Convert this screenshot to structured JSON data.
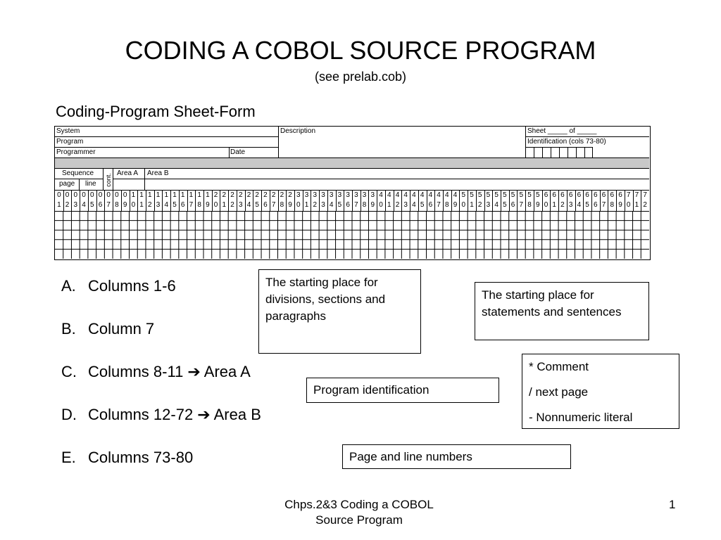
{
  "title": "CODING A COBOL SOURCE PROGRAM",
  "subtitle": "(see prelab.cob)",
  "form_heading": "Coding-Program Sheet-Form",
  "form": {
    "system": "System",
    "program": "Program",
    "programmer": "Programmer",
    "date": "Date",
    "description": "Description",
    "sheet": "Sheet _____ of _____",
    "identification": "Identification (cols 73-80)",
    "sequence": "Sequence",
    "page": "page",
    "line": "line",
    "cont": "cont.",
    "area_a": "Area A",
    "area_b": "Area B",
    "column_numbers": [
      "01",
      "02",
      "03",
      "04",
      "05",
      "06",
      "07",
      "08",
      "09",
      "10",
      "11",
      "12",
      "13",
      "14",
      "15",
      "16",
      "17",
      "18",
      "19",
      "20",
      "21",
      "22",
      "23",
      "24",
      "25",
      "26",
      "27",
      "28",
      "29",
      "30",
      "31",
      "32",
      "33",
      "34",
      "35",
      "36",
      "37",
      "38",
      "39",
      "40",
      "41",
      "42",
      "43",
      "44",
      "45",
      "46",
      "47",
      "48",
      "49",
      "50",
      "51",
      "52",
      "53",
      "54",
      "55",
      "56",
      "57",
      "58",
      "59",
      "60",
      "61",
      "62",
      "63",
      "64",
      "65",
      "66",
      "67",
      "68",
      "69",
      "70",
      "71",
      "72"
    ]
  },
  "list": [
    {
      "letter": "A.",
      "text": "Columns 1-6"
    },
    {
      "letter": "B.",
      "text": "Column 7"
    },
    {
      "letter": "C.",
      "text": "Columns 8-11 ➔ Area A"
    },
    {
      "letter": "D.",
      "text": "Columns 12-72 ➔ Area B"
    },
    {
      "letter": "E.",
      "text": "Columns 73-80"
    }
  ],
  "callouts": {
    "area_a": "The starting place for divisions, sections and paragraphs",
    "area_b": "The starting place for statements and sentences",
    "col7_lines": [
      "* Comment",
      "/ next page",
      "- Nonnumeric literal"
    ],
    "program_id": "Program identification",
    "page_line": "Page and line numbers"
  },
  "footer": {
    "line1": "Chps.2&3 Coding a COBOL",
    "line2": "Source Program",
    "page_number": "1"
  }
}
